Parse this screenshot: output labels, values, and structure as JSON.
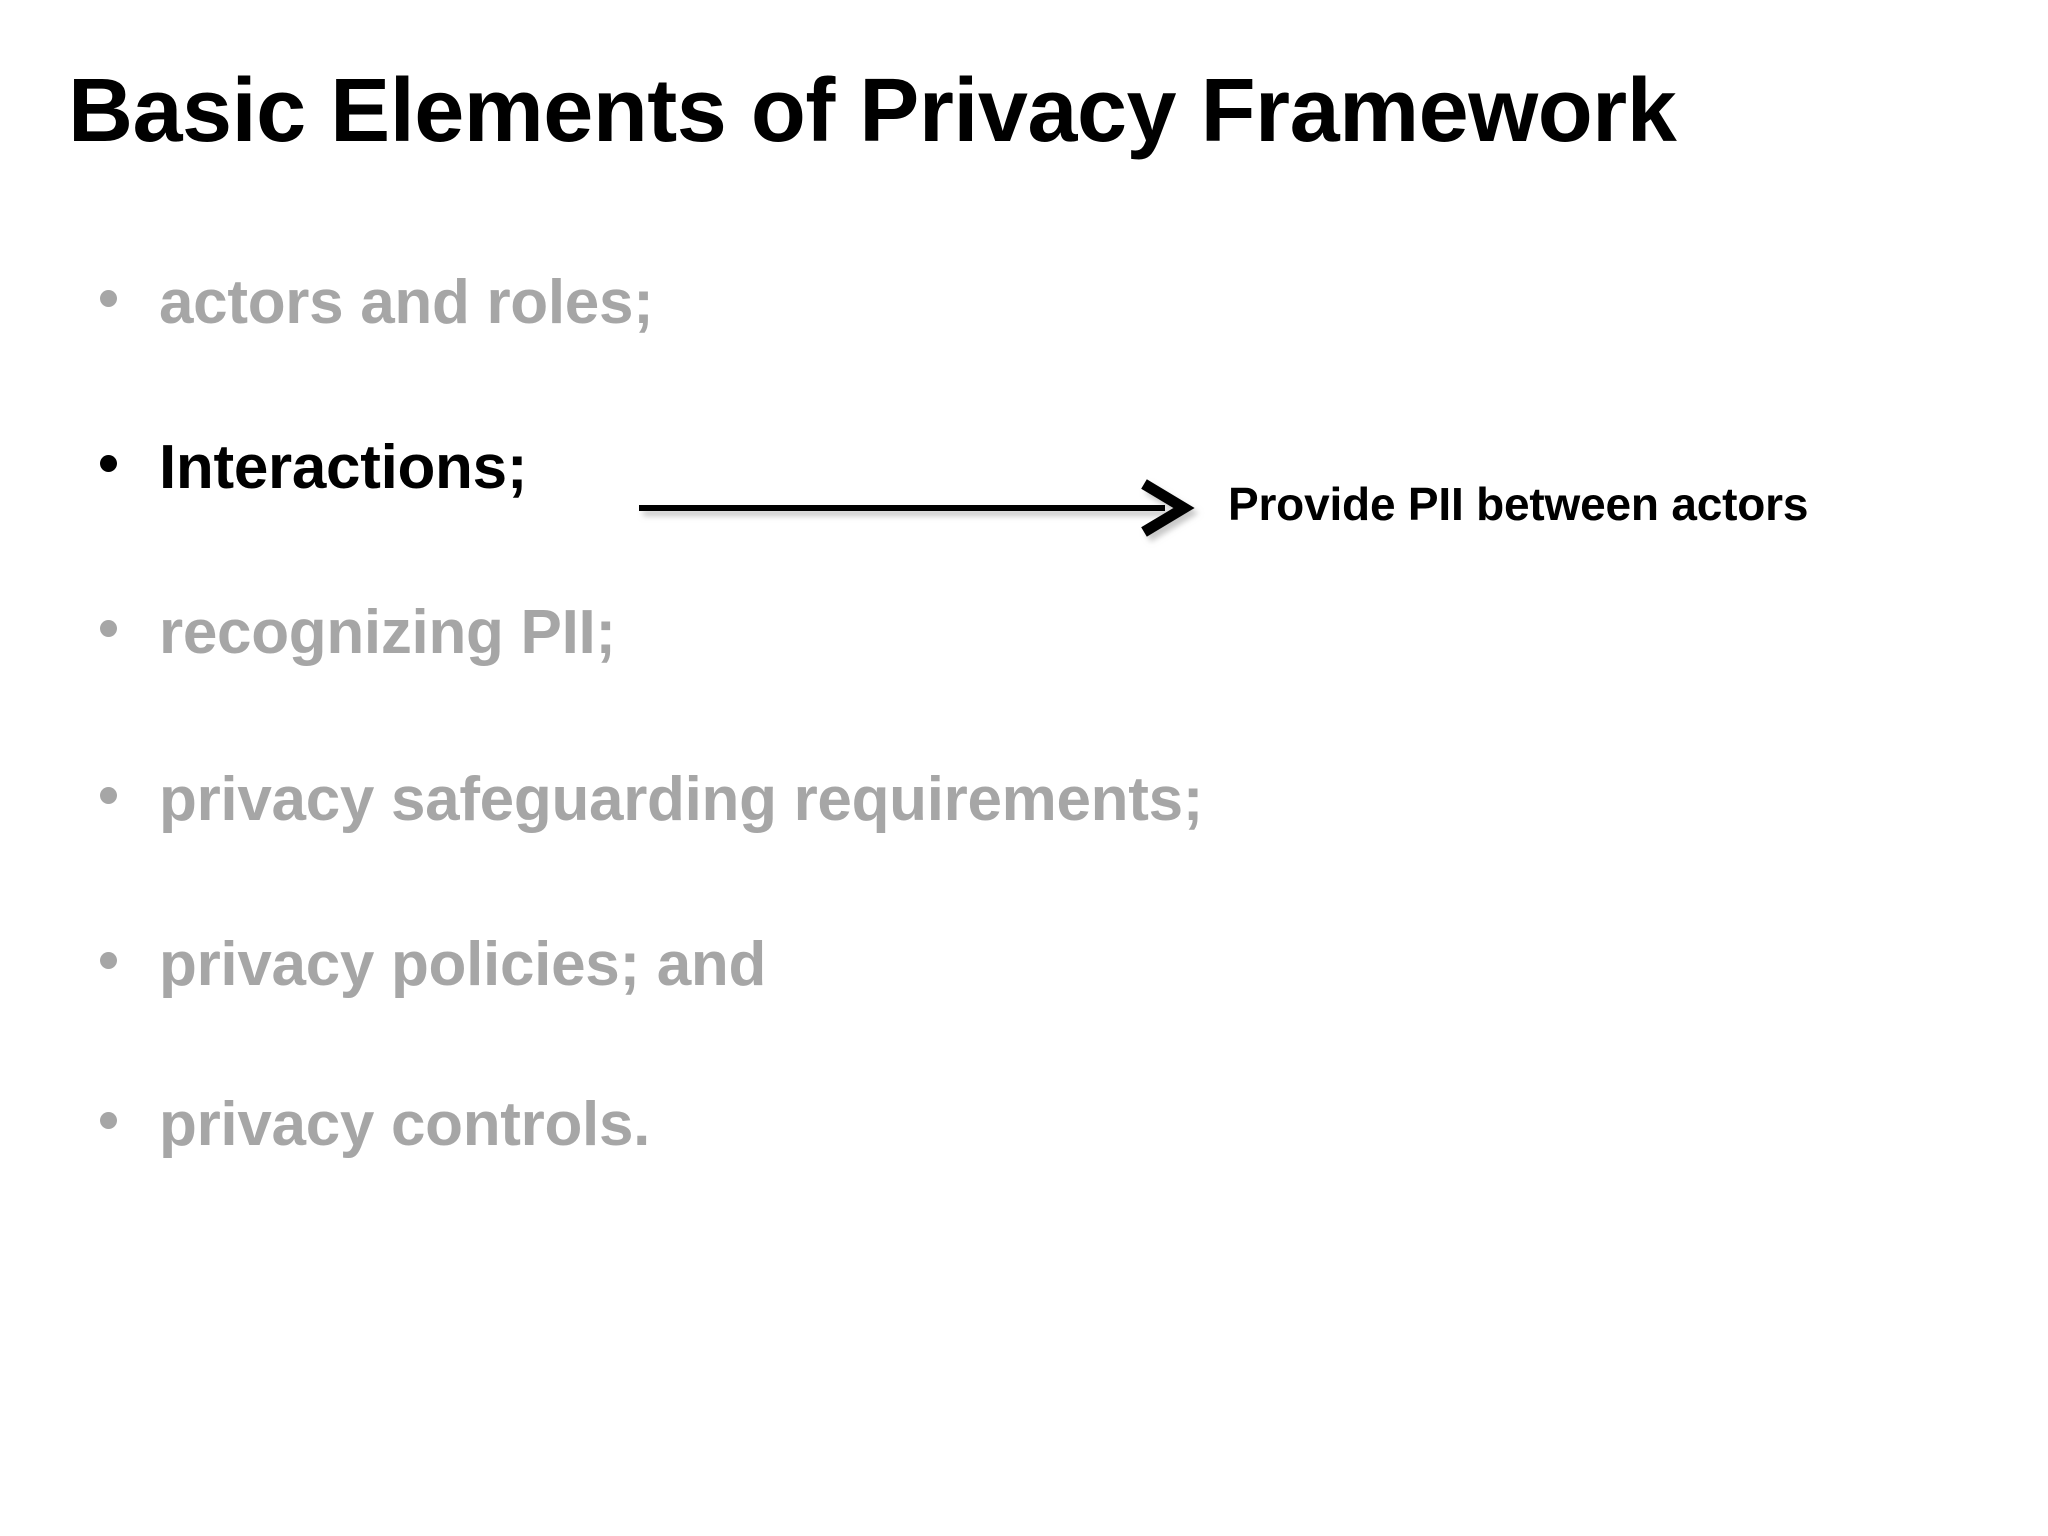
{
  "slide": {
    "title": "Basic Elements of Privacy Framework",
    "background_color": "#ffffff",
    "dim_color": "#a6a6a6",
    "active_color": "#000000"
  },
  "bullets": [
    {
      "label": "actors and roles;",
      "state": "dim",
      "marker": "bullet-dot"
    },
    {
      "label": "Interactions;",
      "state": "active",
      "marker": "bullet-dot"
    },
    {
      "label": "recognizing PII;",
      "state": "dim",
      "marker": "bullet-dot"
    },
    {
      "label": "privacy safeguarding requirements;",
      "state": "dim",
      "marker": "bullet-dot"
    },
    {
      "label": "privacy policies; and",
      "state": "dim",
      "marker": "bullet-dot"
    },
    {
      "label": "privacy controls.",
      "state": "dim",
      "marker": "bullet-dot"
    }
  ],
  "annotation": {
    "arrow_icon": "right-arrow-icon",
    "label": "Provide PII between actors",
    "color": "#000000"
  }
}
